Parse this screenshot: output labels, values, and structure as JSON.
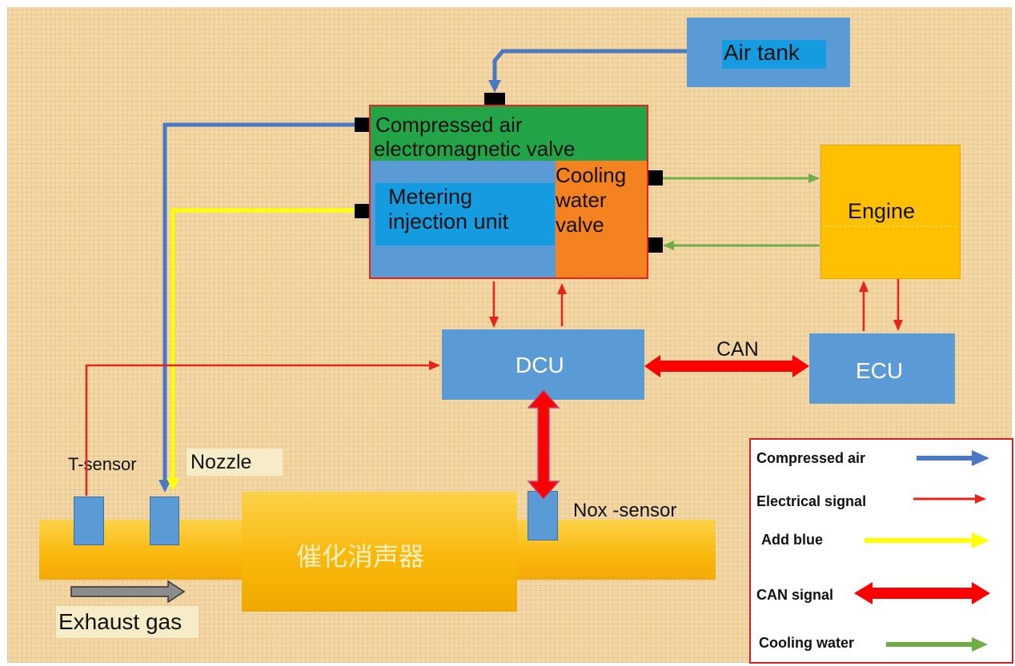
{
  "colors": {
    "background": "#f3d7a5",
    "compressed_air": "#4a78c2",
    "electrical_signal": "#e8231b",
    "add_blue": "#ffff00",
    "can_signal": "#ff0000",
    "cooling_water": "#70ad47",
    "box_blue": "#5b9bd5",
    "valve_green": "#22a447",
    "cooling_orange": "#f58220",
    "engine_yellow": "#ffc000",
    "pipe_yellow": "#fbbf11"
  },
  "components": {
    "air_tank": "Air tank",
    "compressed_air_valve_line1": "Compressed air",
    "compressed_air_valve_line2": "electromagnetic valve",
    "metering_line1": "Metering",
    "metering_line2": "injection unit",
    "cooling_line1": "Cooling",
    "cooling_line2": "water",
    "cooling_line3": "valve",
    "engine": "Engine",
    "dcu": "DCU",
    "ecu": "ECU",
    "can_label": "CAN",
    "t_sensor": "T-sensor",
    "nozzle": "Nozzle",
    "nox_sensor": "Nox -sensor",
    "muffler": "催化消声器",
    "exhaust_gas": "Exhaust gas"
  },
  "legend": {
    "compressed_air": "Compressed air",
    "electrical_signal": "Electrical signal",
    "add_blue": "Add blue",
    "can_signal": "CAN signal",
    "cooling_water": "Cooling water"
  }
}
